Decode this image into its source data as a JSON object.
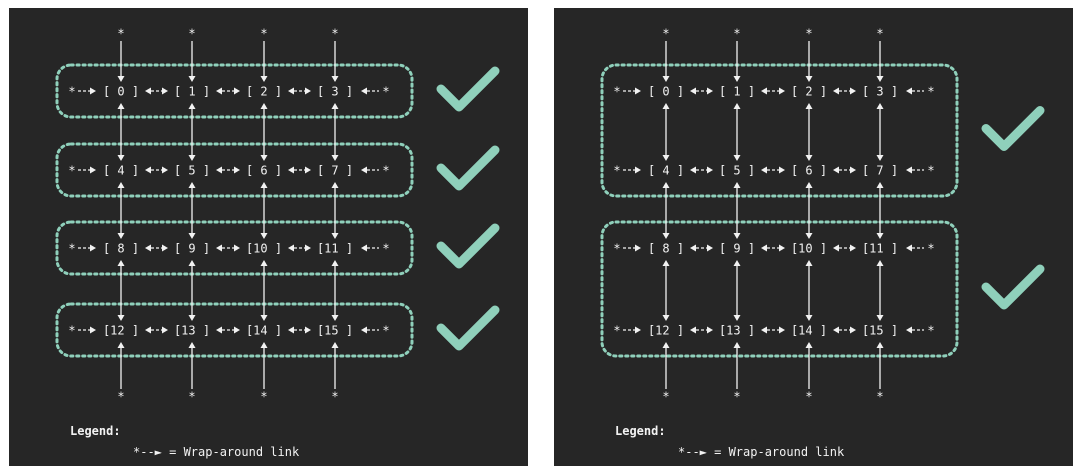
{
  "colors": {
    "background": "#262626",
    "foreground": "#f2f2f2",
    "accent": "#8fd0bb"
  },
  "legend": {
    "title": "Legend:",
    "item": "*--► = Wrap-around link"
  },
  "wrap_marker": "*",
  "panels": [
    {
      "rows": [
        [
          "[ 0 ]",
          "[ 1 ]",
          "[ 2 ]",
          "[ 3 ]"
        ],
        [
          "[ 4 ]",
          "[ 5 ]",
          "[ 6 ]",
          "[ 7 ]"
        ],
        [
          "[ 8 ]",
          "[ 9 ]",
          "[10 ]",
          "[11 ]"
        ],
        [
          "[12 ]",
          "[13 ]",
          "[14 ]",
          "[15 ]"
        ]
      ],
      "groups": [
        [
          0
        ],
        [
          1
        ],
        [
          2
        ],
        [
          3
        ]
      ],
      "checkmarks": 4
    },
    {
      "rows": [
        [
          "[ 0 ]",
          "[ 1 ]",
          "[ 2 ]",
          "[ 3 ]"
        ],
        [
          "[ 4 ]",
          "[ 5 ]",
          "[ 6 ]",
          "[ 7 ]"
        ],
        [
          "[ 8 ]",
          "[ 9 ]",
          "[10 ]",
          "[11 ]"
        ],
        [
          "[12 ]",
          "[13 ]",
          "[14 ]",
          "[15 ]"
        ]
      ],
      "groups": [
        [
          0,
          1
        ],
        [
          2,
          3
        ]
      ],
      "checkmarks": 2
    }
  ]
}
